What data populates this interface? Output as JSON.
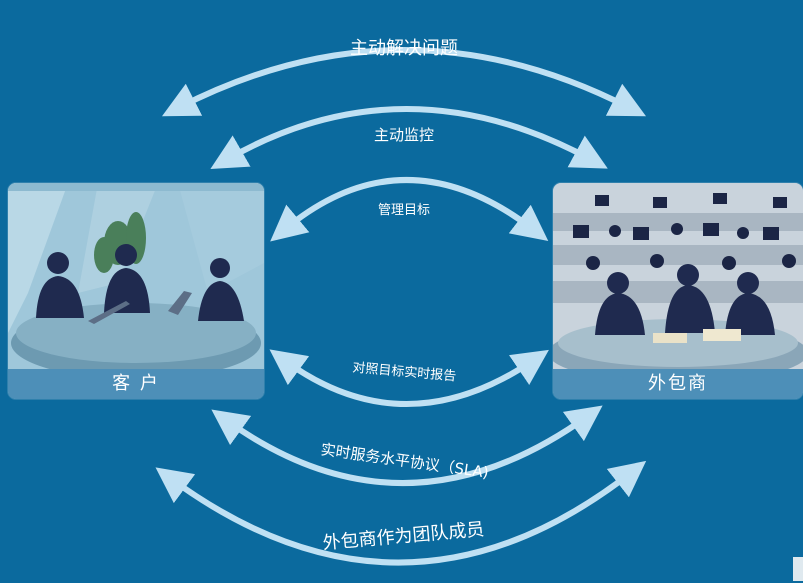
{
  "arrows": {
    "a1": "主动解决问题",
    "a2": "主动监控",
    "a3": "管理目标",
    "a4": "对照目标实时报告",
    "a5": "实时服务水平协议（SLA)",
    "a6": "外包商作为团队成员"
  },
  "left_panel": {
    "caption": "客 户"
  },
  "right_panel": {
    "caption": "外包商"
  },
  "colors": {
    "background": "#0b6a9e",
    "arrow": "#bfe0f3",
    "caption_bar": "#4d8fb8"
  }
}
